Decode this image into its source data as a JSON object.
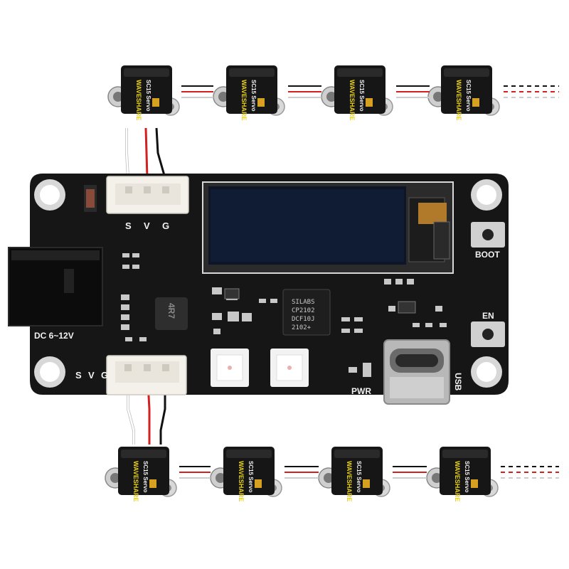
{
  "board": {
    "colors": {
      "pcb": "#161616",
      "oled": "#101828",
      "silk": "#f2f2f2",
      "copper": "#c8c8c8"
    },
    "labels": {
      "top_s": "S",
      "top_v": "V",
      "top_g": "G",
      "bottom_s": "S",
      "bottom_v": "V",
      "bottom_g": "G",
      "dc": "DC 6~12V",
      "boot": "BOOT",
      "en": "EN",
      "pwr": "PWR",
      "usb": "USB",
      "inductor": "4R7"
    },
    "chip": {
      "line1": "SILABS",
      "line2": "CP2102",
      "line3": "DCF10J",
      "line4": "2102+"
    }
  },
  "servo": {
    "brand": "WAVESHARE",
    "model": "SC15 Servo"
  },
  "servo_chains": [
    {
      "row": "top",
      "count": 4,
      "continues": true
    },
    {
      "row": "bottom",
      "count": 4,
      "continues": true
    }
  ],
  "wire_colors": {
    "signal": "#ffffff",
    "power": "#d32020",
    "ground": "#111111"
  }
}
